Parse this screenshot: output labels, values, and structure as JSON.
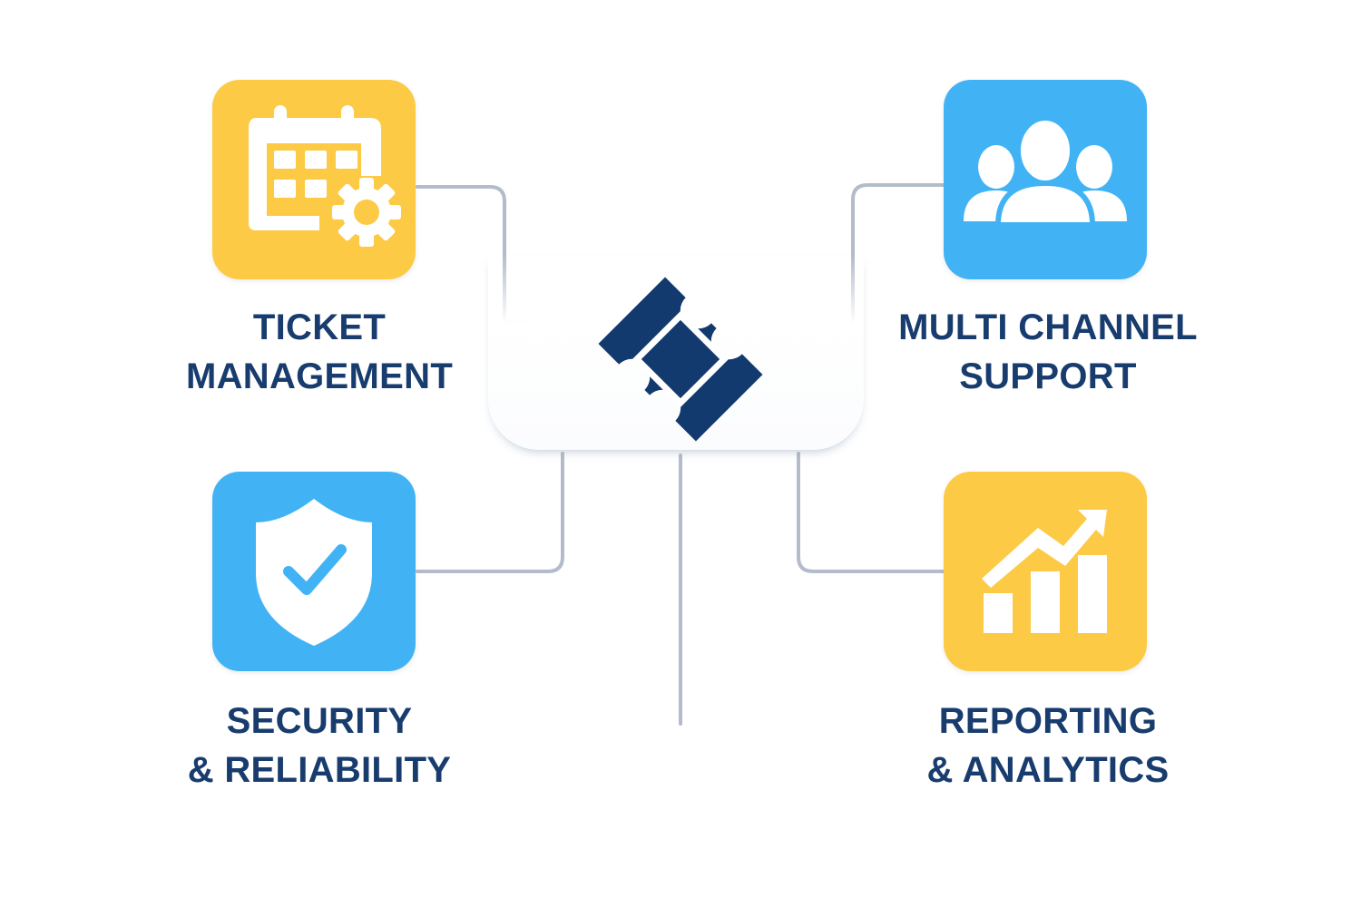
{
  "colors": {
    "tile_yellow": "#fcca45",
    "tile_blue": "#41b3f5",
    "text_navy": "#183c6e",
    "hub_icon": "#123a6e",
    "connector": "#b4bccb"
  },
  "hub": {
    "icon": "ticket-icon"
  },
  "features": [
    {
      "icon": "calendar-gear-icon",
      "title_line1": "TICKET",
      "title_line2": "MANAGEMENT"
    },
    {
      "icon": "users-group-icon",
      "title_line1": "MULTI CHANNEL",
      "title_line2": "SUPPORT"
    },
    {
      "icon": "shield-check-icon",
      "title_line1": "SECURITY",
      "title_line2": "& RELIABILITY"
    },
    {
      "icon": "bar-chart-trend-icon",
      "title_line1": "REPORTING",
      "title_line2": "& ANALYTICS"
    }
  ]
}
